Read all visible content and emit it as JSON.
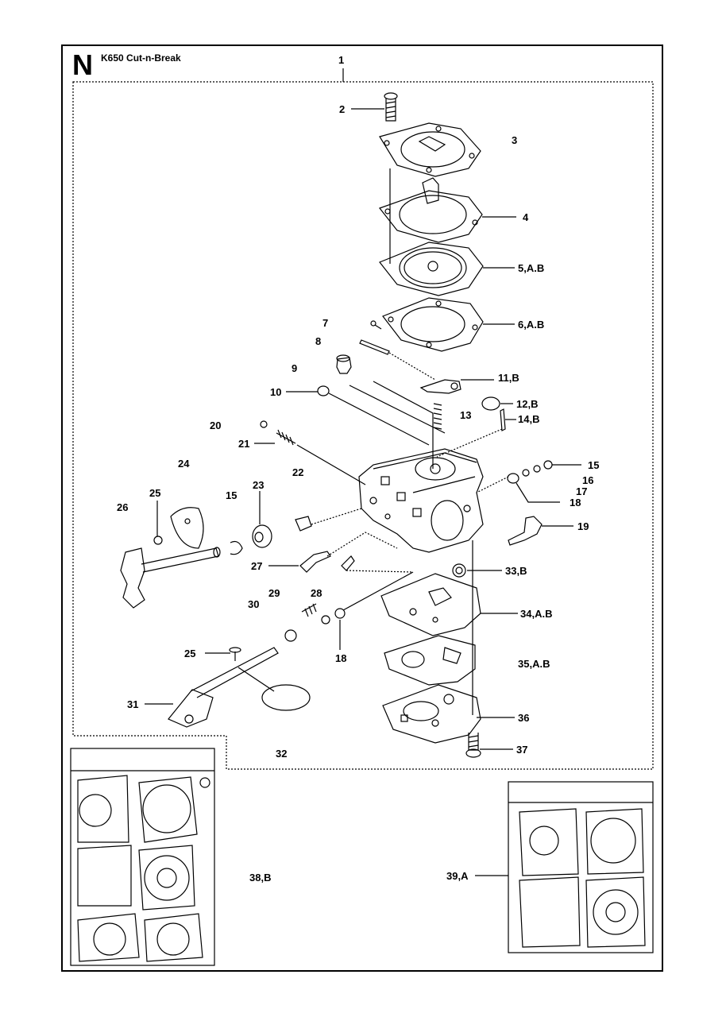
{
  "header": {
    "section_letter": "N",
    "model_title": "K650 Cut-n-Break"
  },
  "callouts": [
    {
      "id": "c1",
      "label": "1"
    },
    {
      "id": "c2",
      "label": "2"
    },
    {
      "id": "c3",
      "label": "3"
    },
    {
      "id": "c4",
      "label": "4"
    },
    {
      "id": "c5",
      "label": "5,A.B"
    },
    {
      "id": "c6",
      "label": "6,A.B"
    },
    {
      "id": "c7",
      "label": "7"
    },
    {
      "id": "c8",
      "label": "8"
    },
    {
      "id": "c9",
      "label": "9"
    },
    {
      "id": "c10",
      "label": "10"
    },
    {
      "id": "c11",
      "label": "11,B"
    },
    {
      "id": "c12",
      "label": "12,B"
    },
    {
      "id": "c13",
      "label": "13"
    },
    {
      "id": "c14",
      "label": "14,B"
    },
    {
      "id": "c15a",
      "label": "15"
    },
    {
      "id": "c16",
      "label": "16"
    },
    {
      "id": "c17",
      "label": "17"
    },
    {
      "id": "c18a",
      "label": "18"
    },
    {
      "id": "c19",
      "label": "19"
    },
    {
      "id": "c20",
      "label": "20"
    },
    {
      "id": "c21",
      "label": "21"
    },
    {
      "id": "c22",
      "label": "22"
    },
    {
      "id": "c23",
      "label": "23"
    },
    {
      "id": "c24",
      "label": "24"
    },
    {
      "id": "c25a",
      "label": "25"
    },
    {
      "id": "c26",
      "label": "26"
    },
    {
      "id": "c15b",
      "label": "15"
    },
    {
      "id": "c27",
      "label": "27"
    },
    {
      "id": "c28",
      "label": "28"
    },
    {
      "id": "c29",
      "label": "29"
    },
    {
      "id": "c30",
      "label": "30"
    },
    {
      "id": "c18b",
      "label": "18"
    },
    {
      "id": "c25b",
      "label": "25"
    },
    {
      "id": "c31",
      "label": "31"
    },
    {
      "id": "c32",
      "label": "32"
    },
    {
      "id": "c33",
      "label": "33,B"
    },
    {
      "id": "c34",
      "label": "34,A.B"
    },
    {
      "id": "c35",
      "label": "35,A.B"
    },
    {
      "id": "c36",
      "label": "36"
    },
    {
      "id": "c37",
      "label": "37"
    },
    {
      "id": "c38",
      "label": "38,B"
    },
    {
      "id": "c39",
      "label": "39,A"
    }
  ]
}
